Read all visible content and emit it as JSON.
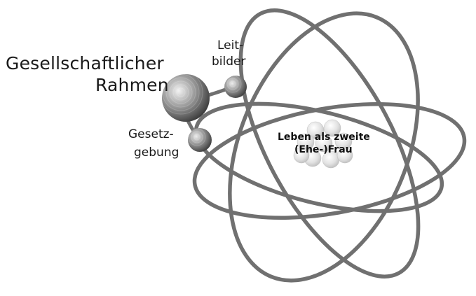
{
  "labels": {
    "framework_line1": "Gesellschaftlicher",
    "framework_line2": "Rahmen",
    "leitbilder_line1": "Leit-",
    "leitbilder_line2": "bilder",
    "gesetz_line1": "Gesetz-",
    "gesetz_line2": "gebung",
    "core_line1": "Leben als zweite",
    "core_line2": "(Ehe-)Frau"
  },
  "colors": {
    "orbit": "#6f6f6f",
    "sphere_dark": "#4a4a4a",
    "sphere_light": "#eeeeee",
    "nucleus": "#d6d6d6",
    "connector": "#6f6f6f"
  },
  "icons": {
    "framework": "large-sphere-icon",
    "leitbilder": "small-sphere-icon",
    "gesetz": "small-sphere-icon",
    "core": "nucleus-icon"
  }
}
